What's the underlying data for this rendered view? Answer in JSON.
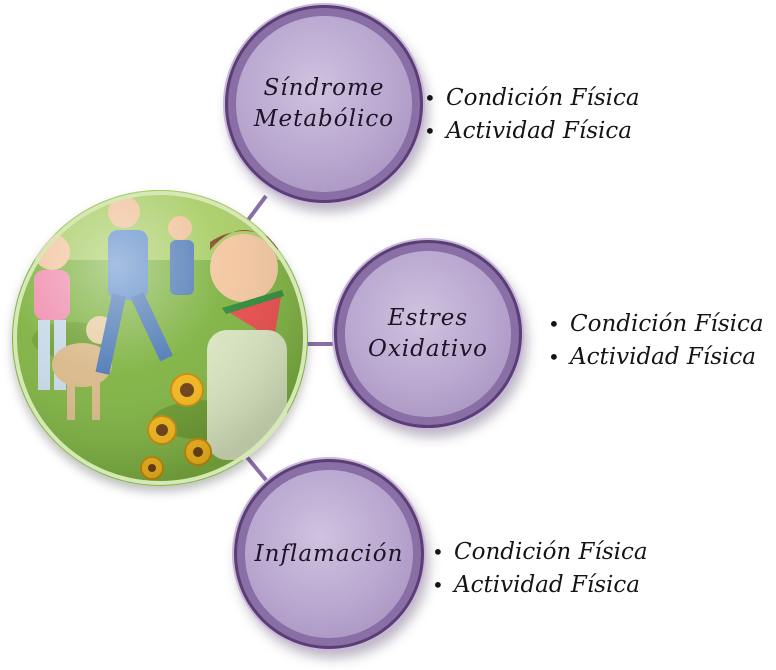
{
  "nodes": [
    {
      "label_line1": "Síndrome",
      "label_line2": "Metabólico",
      "items": [
        "Condición Física",
        "Actividad Física"
      ]
    },
    {
      "label_line1": "Estres",
      "label_line2": "Oxidativo",
      "items": [
        "Condición Física",
        "Actividad Física"
      ]
    },
    {
      "label_line1": "Inflamación",
      "label_line2": "",
      "items": [
        "Condición Física",
        "Actividad Física"
      ]
    }
  ],
  "colors": {
    "bubble_fill": "#b8a6cf",
    "bubble_ring": "#5a3f74",
    "connector": "#8a6fa6"
  },
  "central_image": "children-playing-illustration"
}
